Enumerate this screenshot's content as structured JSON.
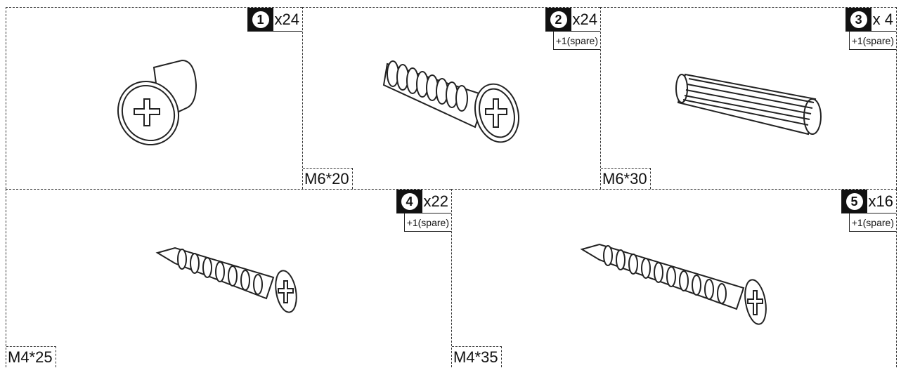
{
  "parts": [
    {
      "number": "1",
      "quantity": "x24",
      "spare": "",
      "size": ""
    },
    {
      "number": "2",
      "quantity": "x24",
      "spare": "+1(spare)",
      "size": "M6*20"
    },
    {
      "number": "3",
      "quantity": "x 4",
      "spare": "+1(spare)",
      "size": "M6*30"
    },
    {
      "number": "4",
      "quantity": "x22",
      "spare": "+1(spare)",
      "size": "M4*25"
    },
    {
      "number": "5",
      "quantity": "x16",
      "spare": "+1(spare)",
      "size": "M4*35"
    }
  ],
  "icons": [
    "barrel-bolt-icon",
    "machine-screw-icon",
    "wooden-dowel-icon",
    "wood-screw-icon",
    "long-wood-screw-icon"
  ]
}
